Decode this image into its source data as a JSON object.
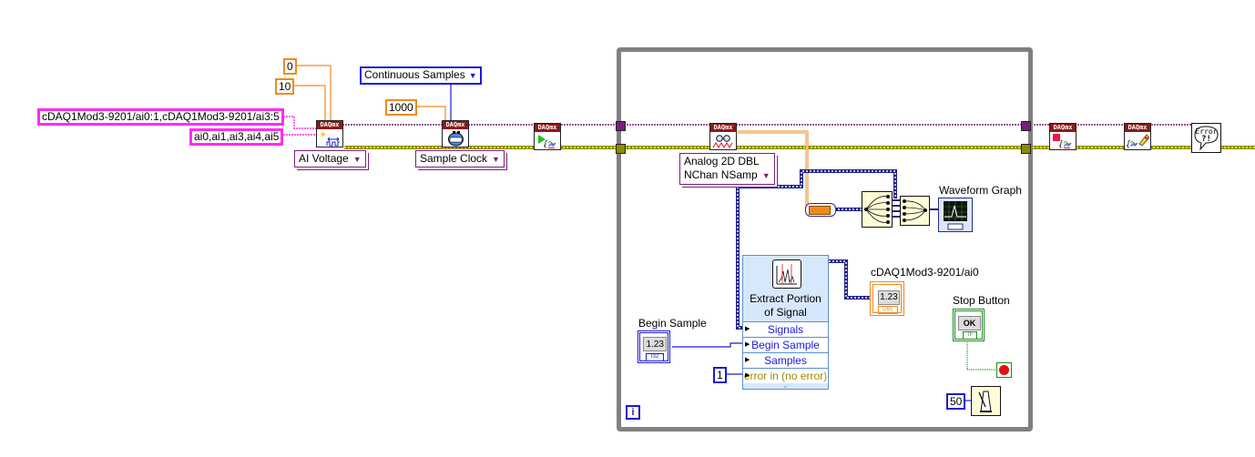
{
  "diagram": {
    "constants": {
      "min_value": "0",
      "max_value": "10",
      "physical_channels": "cDAQ1Mod3-9201/ai0:1,cDAQ1Mod3-9201/ai3:5",
      "channel_names": "ai0,ai1,ai3,ai4,ai5",
      "rate": "1000",
      "sample_mode": "Continuous Samples",
      "index_constant": "1",
      "wait_ms": "50"
    },
    "polymorphic_selectors": {
      "create_channel": "AI Voltage",
      "timing": "Sample Clock",
      "read": [
        "Analog 2D DBL",
        "NChan NSamp"
      ]
    },
    "vi_header": "DAQmx",
    "nodes": {
      "create_channel": "DAQmx Create Virtual Channel",
      "timing": "DAQmx Timing",
      "start": "DAQmx Start Task",
      "read": "DAQmx Read",
      "stop": "DAQmx Stop Task",
      "clear": "DAQmx Clear Task",
      "error": "Simple Error Handler"
    },
    "error_icon_text": [
      "Error",
      "?!"
    ],
    "express_vi": {
      "title": [
        "Extract Portion",
        "of Signal"
      ],
      "inputs": [
        "Signals",
        "Begin Sample",
        "Samples",
        "error in (no error)"
      ]
    },
    "indicators": {
      "waveform_graph": "Waveform Graph",
      "channel_indicator": "cDAQ1Mod3-9201/ai0",
      "channel_indicator_type": "DBL",
      "channel_indicator_value": "1.23",
      "begin_sample_label": "Begin Sample",
      "begin_sample_type": "I32",
      "begin_sample_value": "1.23",
      "stop_button_label": "Stop Button",
      "stop_button_text": "OK",
      "stop_button_type": "TF"
    },
    "loop_index": "i",
    "colors": {
      "numeric_orange": "#f08a1c",
      "enum_blue": "#1a1ad8",
      "string_pink": "#ff2bf2",
      "task_purple": "#7a1f7a",
      "error_wire": "#8c8c00",
      "loop_gray": "#808080",
      "daqmx_header": "#8b1a1a"
    }
  }
}
